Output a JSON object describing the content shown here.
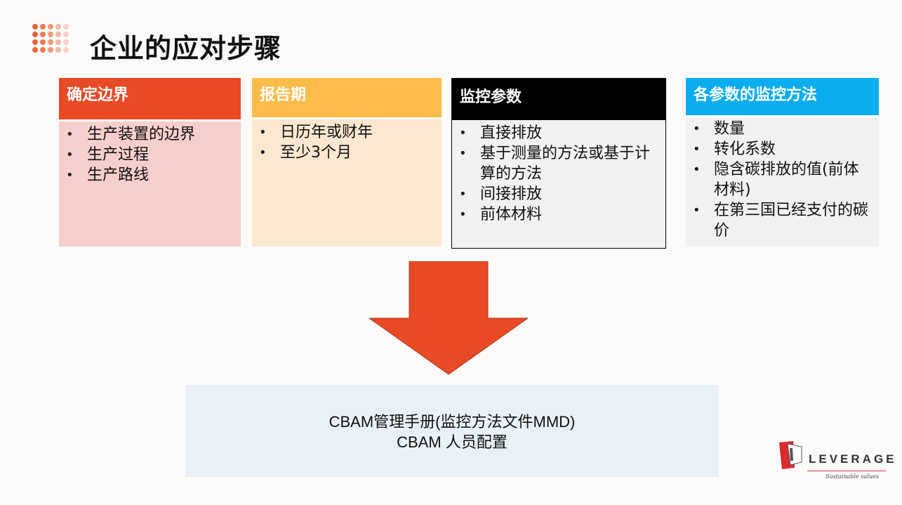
{
  "slide": {
    "title": "企业的应对步骤"
  },
  "colors": {
    "accent": "#e84a25",
    "yellow": "#fdbb48",
    "black": "#000000",
    "blue": "#0aadee"
  },
  "cards": [
    {
      "heading": "确定边界",
      "items": [
        "生产装置的边界",
        "生产过程",
        "生产路线"
      ]
    },
    {
      "heading": "报告期",
      "items": [
        "日历年或财年",
        "至少3个月"
      ]
    },
    {
      "heading": "监控参数",
      "items": [
        "直接排放",
        "基于测量的方法或基于计算的方法",
        "间接排放",
        "前体材料"
      ]
    },
    {
      "heading": "各参数的监控方法",
      "items": [
        "数量",
        "转化系数",
        "隐含碳排放的值(前体材料)",
        "在第三国已经支付的碳价"
      ]
    }
  ],
  "result": {
    "line1": "CBAM管理手册(监控方法文件MMD)",
    "line2": "CBAM 人员配置"
  },
  "logo": {
    "name": "LEVERAGE",
    "tagline": "Sustainable values",
    "icon": "leverage-logo-icon"
  }
}
